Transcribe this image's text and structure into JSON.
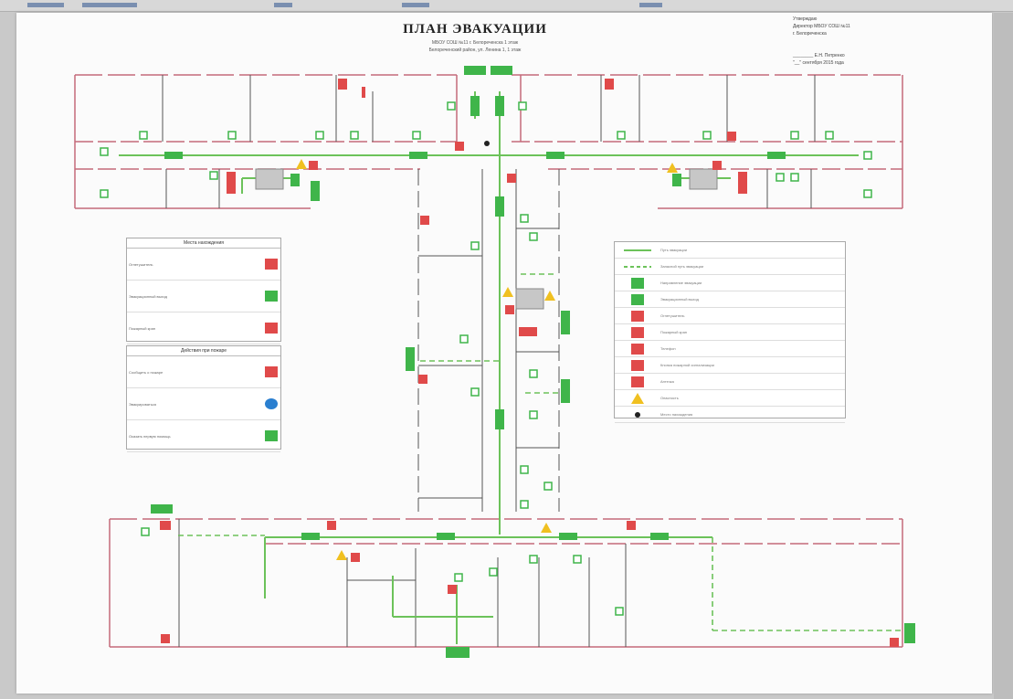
{
  "document": {
    "title": "ПЛАН ЭВАКУАЦИИ",
    "subtitle_line1": "МБОУ СОШ №11 г. Белореченска 1 этаж",
    "subtitle_line2": "Белореченский район, ул. Ленина 1, 1 этаж",
    "approval": [
      "Утверждаю",
      "Директор МБОУ СОШ №11",
      "г. Белореченска",
      "________ Е.Н. Петренко",
      "\"__\" сентября 2015 года"
    ]
  },
  "legend_left_top": {
    "header": "Места нахождения",
    "rows": [
      "Огнетушитель",
      "Эвакуационный выход",
      "Пожарный кран"
    ]
  },
  "legend_left_bottom": {
    "header": "Действия при пожаре",
    "rows": [
      "Сообщить о пожаре",
      "Эвакуироваться",
      "Оказать первую помощь"
    ]
  },
  "legend_right": {
    "rows": [
      "Путь эвакуации",
      "Запасной путь эвакуации",
      "Направление эвакуации",
      "Эвакуационный выход",
      "Огнетушитель",
      "Пожарный кран",
      "Телефон",
      "Кнопка пожарной сигнализации",
      "Аптечка",
      "Опасность",
      "Место нахождения"
    ]
  },
  "colors": {
    "wall": "#c46a7a",
    "route": "#6cc25a",
    "fire": "#e04a4a",
    "exit": "#3fb54a",
    "warning": "#f0c020"
  }
}
